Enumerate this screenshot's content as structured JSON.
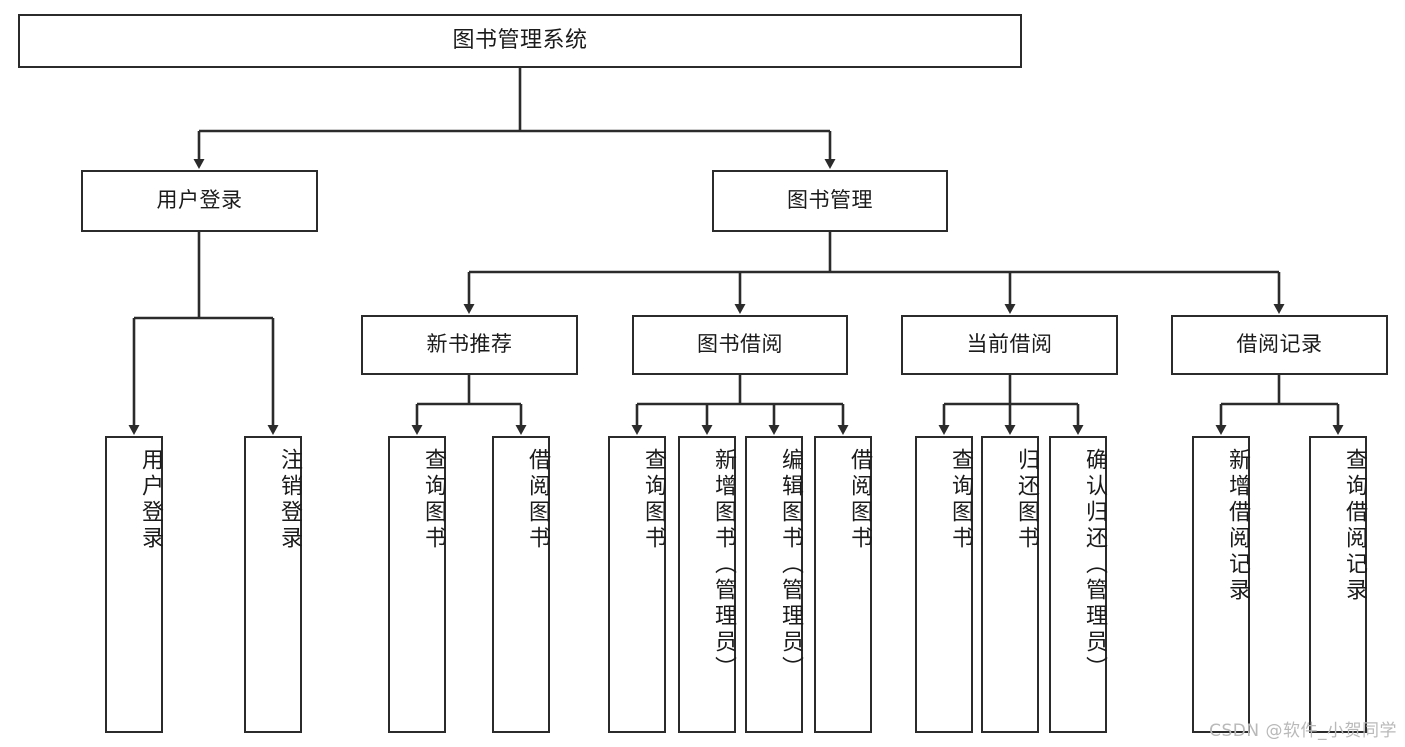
{
  "diagram": {
    "title": "图书管理系统",
    "type": "tree",
    "watermark": "CSDN @软件_小贺同学",
    "nodes": {
      "root": {
        "label": "图书管理系统"
      },
      "level2": [
        {
          "id": "user-login",
          "label": "用户登录"
        },
        {
          "id": "book-manage",
          "label": "图书管理"
        }
      ],
      "level3": [
        {
          "id": "new-book-recommend",
          "label": "新书推荐"
        },
        {
          "id": "book-borrow",
          "label": "图书借阅"
        },
        {
          "id": "current-borrow",
          "label": "当前借阅"
        },
        {
          "id": "borrow-record",
          "label": "借阅记录"
        }
      ],
      "leaves": [
        {
          "id": "leaf-user-login",
          "label": "用户登录",
          "parent": "user-login"
        },
        {
          "id": "leaf-logout",
          "label": "注销登录",
          "parent": "user-login"
        },
        {
          "id": "leaf-query-book-1",
          "label": "查询图书",
          "parent": "new-book-recommend"
        },
        {
          "id": "leaf-borrow-book-1",
          "label": "借阅图书",
          "parent": "new-book-recommend"
        },
        {
          "id": "leaf-query-book-2",
          "label": "查询图书",
          "parent": "book-borrow"
        },
        {
          "id": "leaf-add-book",
          "label": "新增图书（管理员）",
          "parent": "book-borrow"
        },
        {
          "id": "leaf-edit-book",
          "label": "编辑图书（管理员）",
          "parent": "book-borrow"
        },
        {
          "id": "leaf-borrow-book-2",
          "label": "借阅图书",
          "parent": "book-borrow"
        },
        {
          "id": "leaf-query-book-3",
          "label": "查询图书",
          "parent": "current-borrow"
        },
        {
          "id": "leaf-return-book",
          "label": "归还图书",
          "parent": "current-borrow"
        },
        {
          "id": "leaf-confirm-return",
          "label": "确认归还（管理员）",
          "parent": "current-borrow"
        },
        {
          "id": "leaf-add-record",
          "label": "新增借阅记录",
          "parent": "borrow-record"
        },
        {
          "id": "leaf-query-record",
          "label": "查询借阅记录",
          "parent": "borrow-record"
        }
      ]
    },
    "colors": {
      "stroke": "#2b2b2b",
      "fill": "#ffffff",
      "text": "#1b1b1b",
      "watermark": "#b9b9b9"
    }
  }
}
